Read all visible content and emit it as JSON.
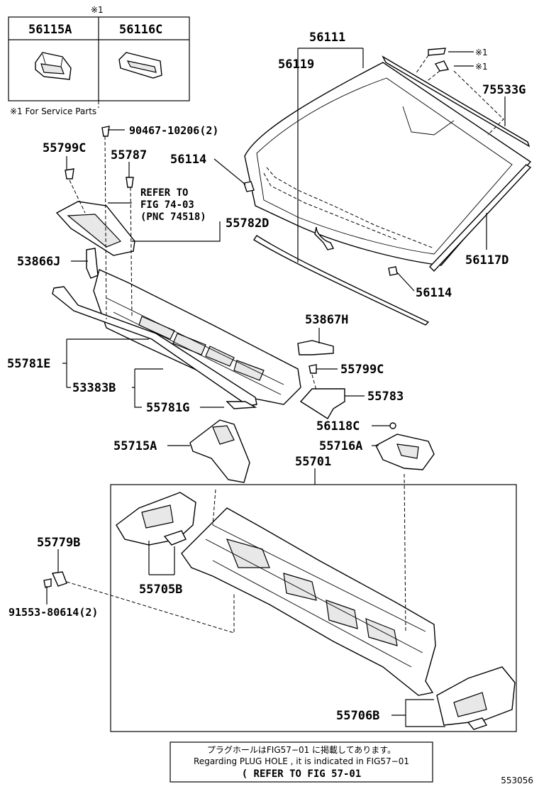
{
  "inset": {
    "mark": "※1",
    "headers": [
      "56115A",
      "56116C"
    ],
    "footnote": "※1 For Service Parts"
  },
  "labels": {
    "p56111": "56111",
    "p56119": "56119",
    "mark1a": "※1",
    "mark1b": "※1",
    "p75533G": "75533G",
    "p56114a": "56114",
    "p56114b": "56114",
    "p56117D": "56117D",
    "p90467": "90467-10206(2)",
    "p55799C_a": "55799C",
    "p55787": "55787",
    "refer1": "REFER TO",
    "refer2": "FIG 74-03",
    "refer3": "(PNC 74518)",
    "p55782D": "55782D",
    "p53866J": "53866J",
    "p53867H": "53867H",
    "p55781E": "55781E",
    "p55799C_b": "55799C",
    "p53383B": "53383B",
    "p55783": "55783",
    "p55781G": "55781G",
    "p56118C": "56118C",
    "p55715A": "55715A",
    "p55716A": "55716A",
    "p55701": "55701",
    "p55779B": "55779B",
    "p55705B": "55705B",
    "p91553": "91553-80614(2)",
    "p55706B": "55706B"
  },
  "note": {
    "jp": "プラグホールはFIG57−01 に掲載してあります。",
    "en": "Regarding PLUG HOLE , it is indicated in FIG57−01",
    "ref": "( REFER TO FIG 57-01"
  },
  "figure_id": "553056"
}
